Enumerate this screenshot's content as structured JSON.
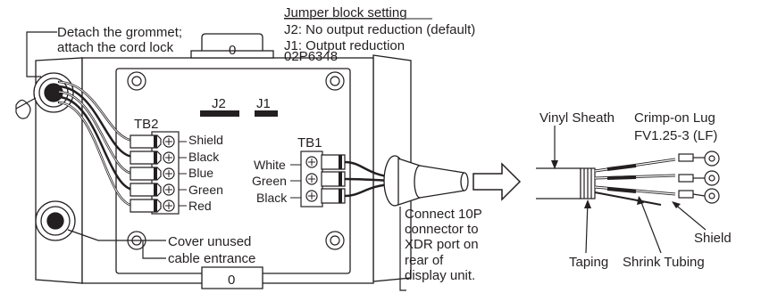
{
  "labels": {
    "detach_line1": "Detach the grommet;",
    "detach_line2": "attach the cord lock",
    "jumper_title": "Jumper block setting",
    "jumper_j2": "J2: No output reduction (default)",
    "jumper_j1": "J1: Output reduction",
    "board_id": "02P6348",
    "j2": "J2",
    "j1": "J1",
    "tb2": "TB2",
    "tb1": "TB1",
    "zero_top": "0",
    "zero_bottom": "0",
    "tb2_wires": [
      "Shield",
      "Black",
      "Blue",
      "Green",
      "Red"
    ],
    "tb1_wires": [
      "White",
      "Green",
      "Black"
    ],
    "cover_line1": "Cover unused",
    "cover_line2": "cable entrance",
    "connect_lines": [
      "Connect 10P",
      "connector to",
      "XDR port on",
      "rear of",
      "display unit."
    ],
    "vinyl_sheath": "Vinyl Sheath",
    "crimp_line1": "Crimp-on Lug",
    "crimp_line2": "FV1.25-3 (LF)",
    "shield": "Shield",
    "taping": "Taping",
    "shrink_tubing": "Shrink Tubing"
  },
  "colors": {
    "ink": "#231f20",
    "fill": "#ffffff"
  }
}
